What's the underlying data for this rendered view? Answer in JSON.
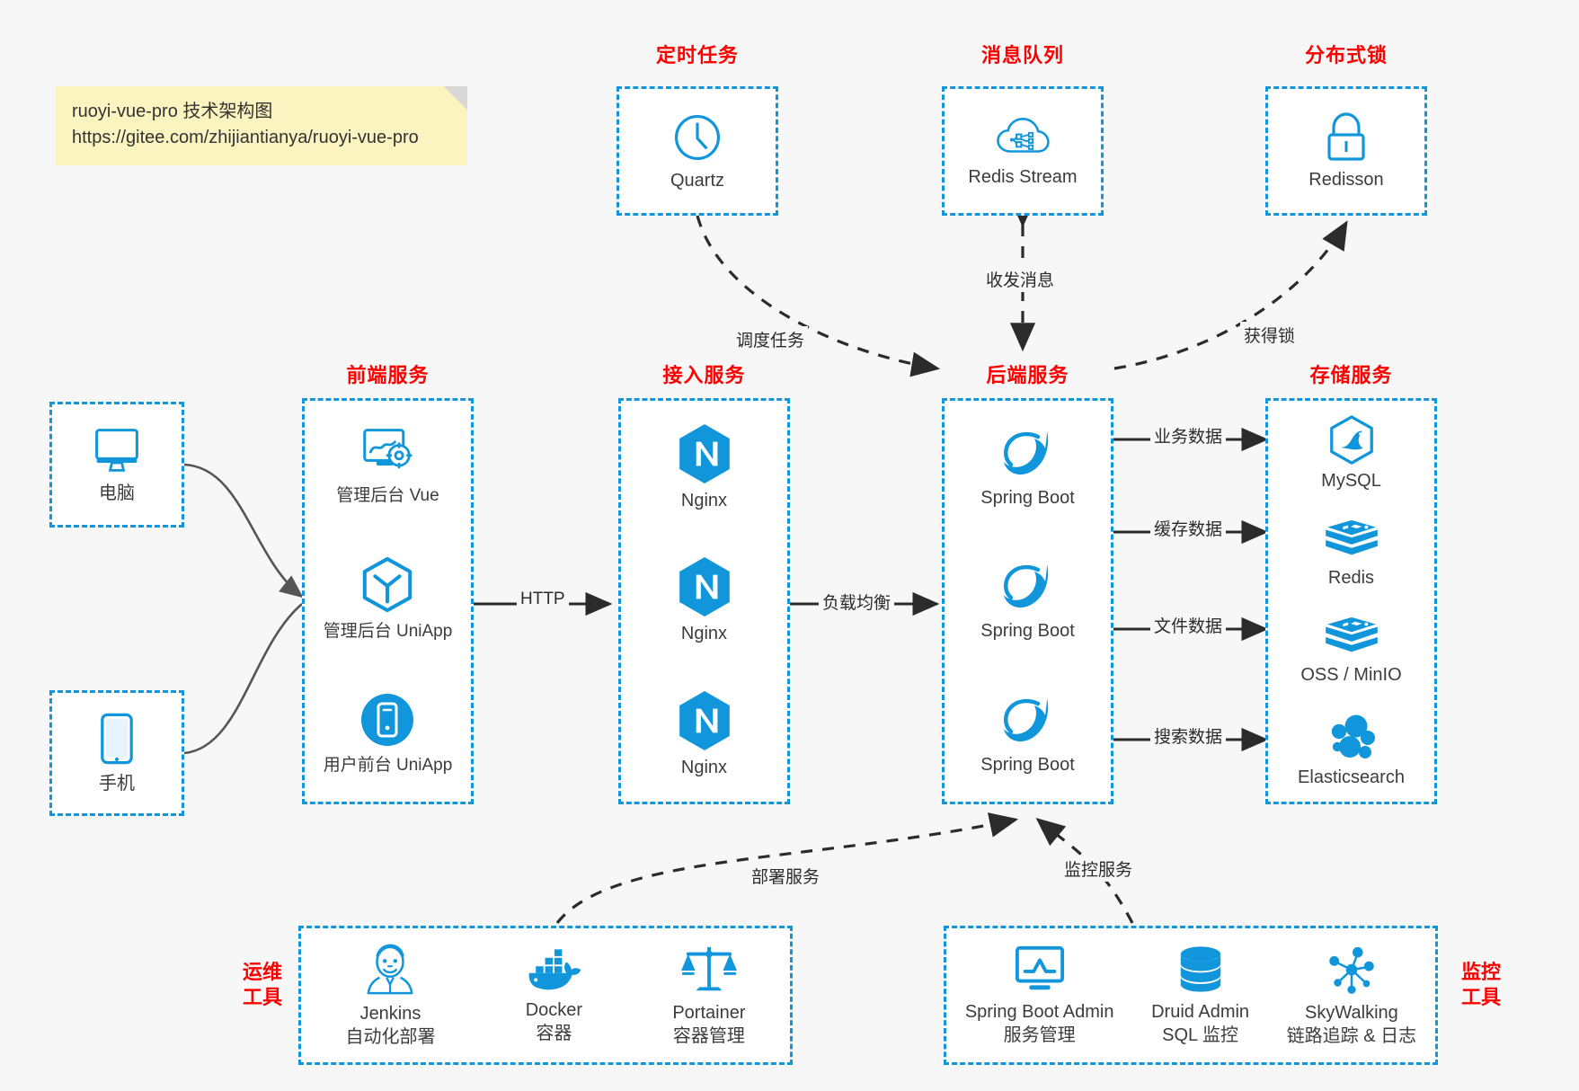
{
  "note": {
    "line1": "ruoyi-vue-pro 技术架构图",
    "line2": "https://gitee.com/zhijiantianya/ruoyi-vue-pro"
  },
  "colors": {
    "group_title": "#ff0000",
    "box_border": "#1296db",
    "icon_blue": "#1296db",
    "caption": "#3c3c3c",
    "arrow_solid": "#2b2b2b",
    "arrow_curve": "#555555",
    "background": "#f7f7f7",
    "note_bg": "#fbf4c0"
  },
  "groups": {
    "scheduler": {
      "title": "定时任务",
      "items": [
        {
          "label": "Quartz",
          "icon": "clock-icon"
        }
      ]
    },
    "mq": {
      "title": "消息队列",
      "items": [
        {
          "label": "Redis Stream",
          "icon": "cloud-network-icon"
        }
      ]
    },
    "lock": {
      "title": "分布式锁",
      "items": [
        {
          "label": "Redisson",
          "icon": "padlock-icon"
        }
      ]
    },
    "devices": {
      "items": [
        {
          "label": "电脑",
          "icon": "desktop-monitor-icon"
        },
        {
          "label": "手机",
          "icon": "smartphone-icon"
        }
      ]
    },
    "frontend": {
      "title": "前端服务",
      "items": [
        {
          "label": "管理后台 Vue",
          "icon": "dashboard-gear-icon"
        },
        {
          "label": "管理后台 UniApp",
          "icon": "hexagon-cube-icon"
        },
        {
          "label": "用户前台 UniApp",
          "icon": "mobile-app-icon"
        }
      ]
    },
    "gateway": {
      "title": "接入服务",
      "items": [
        {
          "label": "Nginx",
          "icon": "nginx-icon"
        },
        {
          "label": "Nginx",
          "icon": "nginx-icon"
        },
        {
          "label": "Nginx",
          "icon": "nginx-icon"
        }
      ]
    },
    "backend": {
      "title": "后端服务",
      "items": [
        {
          "label": "Spring Boot",
          "icon": "spring-boot-icon"
        },
        {
          "label": "Spring Boot",
          "icon": "spring-boot-icon"
        },
        {
          "label": "Spring Boot",
          "icon": "spring-boot-icon"
        }
      ]
    },
    "storage": {
      "title": "存储服务",
      "items": [
        {
          "label": "MySQL",
          "icon": "mysql-icon"
        },
        {
          "label": "Redis",
          "icon": "redis-icon"
        },
        {
          "label": "OSS / MinIO",
          "icon": "oss-minio-icon"
        },
        {
          "label": "Elasticsearch",
          "icon": "elasticsearch-icon"
        }
      ]
    },
    "devops": {
      "title_line1": "运维",
      "title_line2": "工具",
      "items": [
        {
          "label": "Jenkins",
          "desc": "自动化部署",
          "icon": "jenkins-icon"
        },
        {
          "label": "Docker",
          "desc": "容器",
          "icon": "docker-whale-icon"
        },
        {
          "label": "Portainer",
          "desc": "容器管理",
          "icon": "scales-icon"
        }
      ]
    },
    "monitoring": {
      "title_line1": "监控",
      "title_line2": "工具",
      "items": [
        {
          "label": "Spring Boot Admin",
          "desc": "服务管理",
          "icon": "monitor-chart-icon"
        },
        {
          "label": "Druid Admin",
          "desc": "SQL 监控",
          "icon": "database-stack-icon"
        },
        {
          "label": "SkyWalking",
          "desc": "链路追踪 & 日志",
          "icon": "network-nodes-icon"
        }
      ]
    }
  },
  "edges": [
    {
      "name": "http",
      "label": "HTTP",
      "from": "frontend",
      "to": "gateway",
      "style": "solid"
    },
    {
      "name": "load-balance",
      "label": "负载均衡",
      "from": "gateway",
      "to": "backend",
      "style": "solid"
    },
    {
      "name": "business-data",
      "label": "业务数据",
      "from": "backend",
      "to": "mysql",
      "style": "solid"
    },
    {
      "name": "cache-data",
      "label": "缓存数据",
      "from": "backend",
      "to": "redis",
      "style": "solid"
    },
    {
      "name": "file-data",
      "label": "文件数据",
      "from": "backend",
      "to": "oss",
      "style": "solid"
    },
    {
      "name": "search-data",
      "label": "搜索数据",
      "from": "backend",
      "to": "elasticsearch",
      "style": "solid"
    },
    {
      "name": "schedule-task",
      "label": "调度任务",
      "from": "quartz",
      "to": "backend",
      "style": "dashed"
    },
    {
      "name": "send-receive-message",
      "label": "收发消息",
      "from": "redis-stream",
      "to": "backend",
      "style": "dashed-bidirectional"
    },
    {
      "name": "acquire-lock",
      "label": "获得锁",
      "from": "backend",
      "to": "redisson",
      "style": "dashed"
    },
    {
      "name": "deploy-service",
      "label": "部署服务",
      "from": "devops",
      "to": "backend",
      "style": "dashed"
    },
    {
      "name": "monitor-service",
      "label": "监控服务",
      "from": "monitoring",
      "to": "backend",
      "style": "dashed"
    }
  ]
}
